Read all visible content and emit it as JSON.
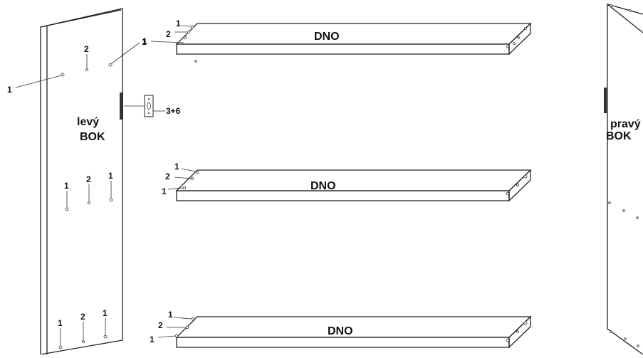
{
  "left_side_panel": {
    "name_line1": "levý",
    "name_line2": "BOK",
    "hole_labels": [
      "1",
      "2",
      "1",
      "1",
      "2",
      "1",
      "1",
      "2",
      "1"
    ]
  },
  "right_side_panel": {
    "name_line1": "pravý",
    "name_line2": "BOK"
  },
  "hinge_callout": {
    "label": "3+6"
  },
  "shelves": [
    {
      "name": "DNO",
      "hole_labels": [
        "1",
        "2",
        "1"
      ]
    },
    {
      "name": "DNO",
      "hole_labels": [
        "1",
        "2",
        "1"
      ]
    },
    {
      "name": "DNO",
      "hole_labels": [
        "1",
        "2",
        "1"
      ]
    }
  ]
}
